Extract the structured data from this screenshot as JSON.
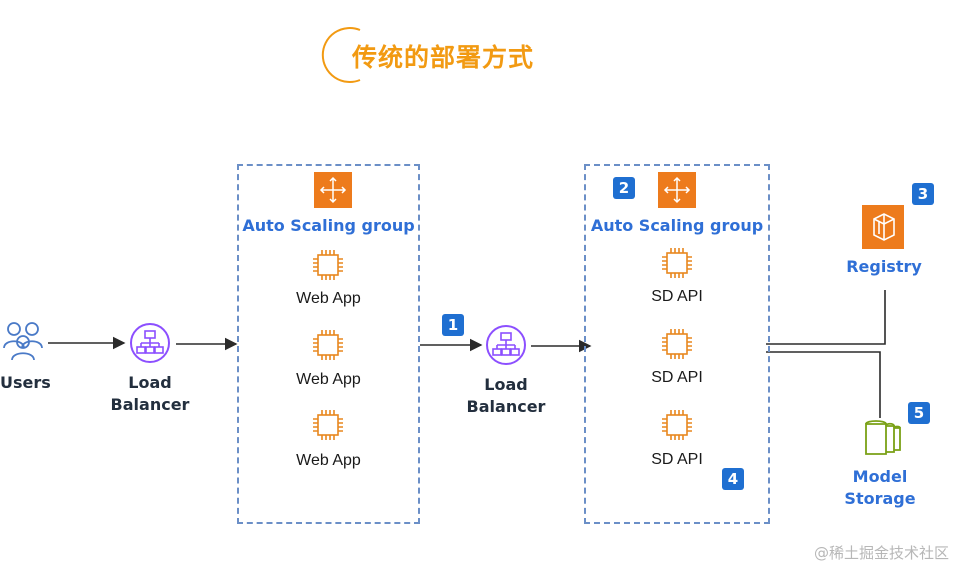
{
  "title": "传统的部署方式",
  "nodes": {
    "users": "Users",
    "lb1": [
      "Load",
      "Balancer"
    ],
    "lb2": [
      "Load",
      "Balancer"
    ],
    "registry": "Registry",
    "model_storage": [
      "Model",
      "Storage"
    ]
  },
  "groups": {
    "web": {
      "label": "Auto Scaling group",
      "items": [
        "Web App",
        "Web App",
        "Web App"
      ]
    },
    "sd": {
      "label": "Auto Scaling group",
      "items": [
        "SD API",
        "SD API",
        "SD API"
      ]
    }
  },
  "badges": [
    "1",
    "2",
    "3",
    "4",
    "5"
  ],
  "watermark": "@稀土掘金技术社区",
  "colors": {
    "accent_orange": "#f29a12",
    "aws_orange": "#ed7b1c",
    "chip_orange": "#e8871e",
    "lb_purple": "#8c4fff",
    "user_blue": "#4a7ac7",
    "storage_green": "#7aa116",
    "group_blue": "#2f6fd6",
    "badge_blue": "#1f6fd1",
    "line_dark": "#2b2b2b"
  },
  "icons": {
    "users": "users-icon",
    "load_balancer": "load-balancer-icon",
    "auto_scaling": "auto-scaling-icon",
    "instance": "ec2-instance-icon",
    "registry": "container-registry-icon",
    "storage": "storage-icon"
  }
}
